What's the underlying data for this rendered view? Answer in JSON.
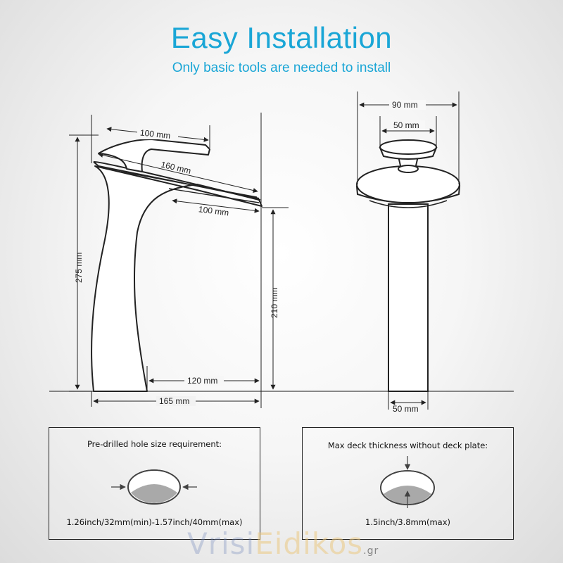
{
  "header": {
    "title": "Easy Installation",
    "subtitle": "Only basic tools are needed to install"
  },
  "side_view": {
    "dim_top_handle": "100 mm",
    "dim_spout_length": "160 mm",
    "dim_spout_outlet": "100 mm",
    "dim_total_height": "275 mm",
    "dim_spout_height": "210 mm",
    "dim_base_to_spout": "120 mm",
    "dim_overall_depth": "165 mm"
  },
  "front_view": {
    "dim_top_width": "90 mm",
    "dim_handle_width": "50 mm",
    "dim_base_width": "50 mm"
  },
  "hole_box": {
    "label": "Pre-drilled hole size requirement:",
    "value": "1.26inch/32mm(min)-1.57inch/40mm(max)"
  },
  "deck_box": {
    "label": "Max deck thickness without deck plate:",
    "value": "1.5inch/3.8mm(max)"
  },
  "watermark": {
    "part1": "Vrisi",
    "part2": "Eidikos",
    "tld": ".gr"
  }
}
